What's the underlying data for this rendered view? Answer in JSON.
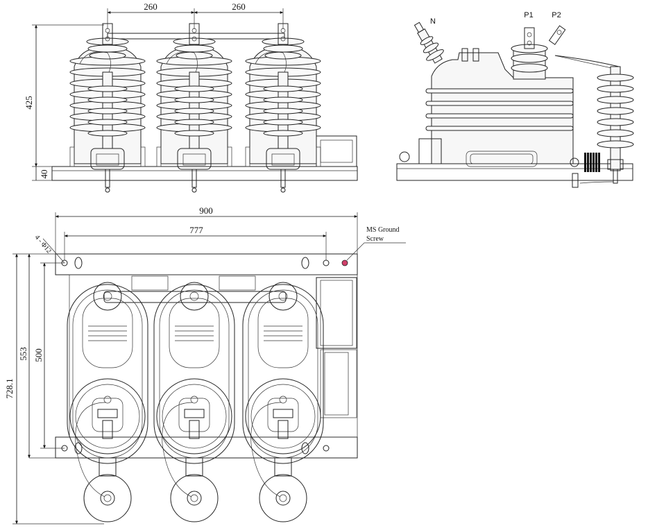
{
  "dimensions": {
    "phase_spacing_1": "260",
    "phase_spacing_2": "260",
    "total_height": "425",
    "base_height": "40",
    "overall_width": "900",
    "hole_spacing": "777",
    "hole_spec": "4 - Φ12",
    "overall_depth": "728.1",
    "depth_553": "553",
    "depth_500": "500"
  },
  "terminals": {
    "neutral": "N",
    "primary_1": "P1",
    "primary_2": "P2"
  },
  "notes": {
    "ground_screw_line1": "MS Ground",
    "ground_screw_line2": "Screw"
  },
  "colors": {
    "line": "#222222",
    "ground_marker": "#d0406a"
  }
}
